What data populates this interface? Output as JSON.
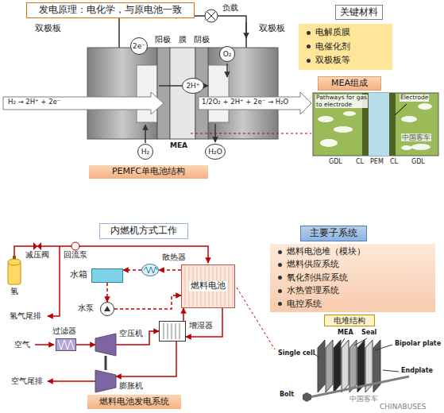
{
  "diagram": {
    "nodes": [
      {
        "text": [
          "发电原理：电化学，与原电池一致"
        ]
      },
      {
        "text": [
          "关键材料"
        ]
      },
      {
        "text": [
          "电解质膜",
          "电催化剂",
          "双极板等"
        ]
      },
      {
        "text": [
          "2e⁻"
        ]
      },
      {
        "text": [
          "O₂"
        ]
      },
      {
        "text": [
          "2H⁺"
        ]
      },
      {
        "text": [
          "MEA组成"
        ]
      },
      {
        "text": [
          "H₂"
        ]
      },
      {
        "text": [
          "H₂O"
        ]
      },
      {
        "text": [
          "PEMFC单电池结构"
        ]
      },
      {
        "text": [
          "内燃机方式工作"
        ]
      },
      {
        "text": [
          "主要子系统"
        ]
      },
      {
        "text": [
          "燃料电池堆（模块）",
          "燃料供应系统",
          "氧化剂供应系统",
          "水热管理系统",
          "电控系统"
        ]
      },
      {
        "text": [
          "水箱"
        ]
      },
      {
        "text": [
          "散热器"
        ]
      },
      {
        "text": [
          "燃料电池"
        ]
      },
      {
        "text": [
          "水泵"
        ]
      },
      {
        "text": [
          "增湿器"
        ]
      },
      {
        "text": [
          "过滤器"
        ]
      },
      {
        "text": [
          "空压机"
        ]
      },
      {
        "text": [
          "膨胀机"
        ]
      },
      {
        "text": [
          "电堆结构"
        ]
      },
      {
        "text": [
          "燃料电池发电系统"
        ]
      }
    ],
    "edges": [
      {
        "from": 13,
        "to": 16,
        "arrow": "to"
      },
      {
        "from": 16,
        "to": 15,
        "arrow": "to"
      },
      {
        "from": 15,
        "to": 14,
        "arrow": "to"
      },
      {
        "from": 14,
        "to": 13,
        "arrow": "to"
      },
      {
        "from": 18,
        "to": 19,
        "arrow": "to"
      },
      {
        "from": 19,
        "to": 17,
        "arrow": "to"
      },
      {
        "from": 17,
        "to": 15,
        "arrow": "to"
      },
      {
        "from": 15,
        "to": 17,
        "arrow": "to"
      },
      {
        "from": 17,
        "to": 20,
        "arrow": "to"
      }
    ],
    "labels": [
      "负载",
      "双极板",
      "阳极",
      "膜",
      "阴极",
      "双极板",
      "H₂ → 2H⁺ + 2e⁻",
      "1/2O₂ + 2H⁺ + 2e⁻ → H₂O",
      "MEA",
      "Pathways for gas to electrode",
      "Electrode",
      "GDL",
      "CL",
      "PEM",
      "CL",
      "GDL",
      "中国客车",
      "氢",
      "减压阀",
      "回流泵",
      "氢气尾排",
      "空气",
      "空气尾排",
      "MEA",
      "Seal",
      "Single cell",
      "Bipolar plate",
      "Endplate",
      "Bolt",
      "中国客车",
      "CHINABUSES"
    ]
  }
}
